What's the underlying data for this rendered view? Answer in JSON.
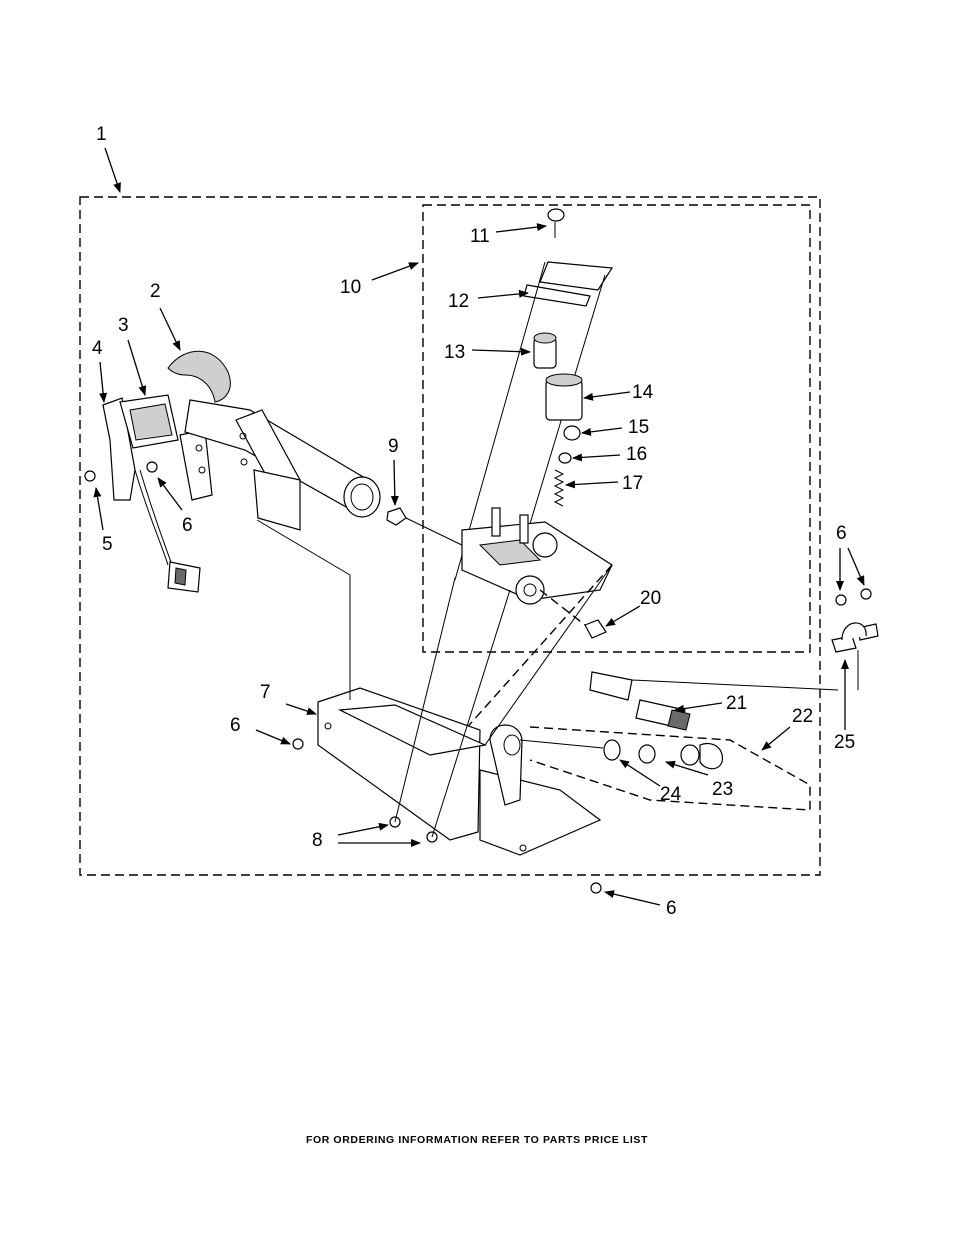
{
  "footer": {
    "text": "FOR ORDERING INFORMATION REFER TO PARTS PRICE LIST"
  },
  "callouts": [
    {
      "id": "c1",
      "label": "1"
    },
    {
      "id": "c2",
      "label": "2"
    },
    {
      "id": "c3",
      "label": "3"
    },
    {
      "id": "c4",
      "label": "4"
    },
    {
      "id": "c5",
      "label": "5"
    },
    {
      "id": "c6a",
      "label": "6"
    },
    {
      "id": "c6b",
      "label": "6"
    },
    {
      "id": "c6c",
      "label": "6"
    },
    {
      "id": "c6d",
      "label": "6"
    },
    {
      "id": "c7",
      "label": "7"
    },
    {
      "id": "c8",
      "label": "8"
    },
    {
      "id": "c9",
      "label": "9"
    },
    {
      "id": "c10",
      "label": "10"
    },
    {
      "id": "c11",
      "label": "11"
    },
    {
      "id": "c12",
      "label": "12"
    },
    {
      "id": "c13",
      "label": "13"
    },
    {
      "id": "c14",
      "label": "14"
    },
    {
      "id": "c15",
      "label": "15"
    },
    {
      "id": "c16",
      "label": "16"
    },
    {
      "id": "c17",
      "label": "17"
    },
    {
      "id": "c20",
      "label": "20"
    },
    {
      "id": "c21",
      "label": "21"
    },
    {
      "id": "c22",
      "label": "22"
    },
    {
      "id": "c23",
      "label": "23"
    },
    {
      "id": "c24",
      "label": "24"
    },
    {
      "id": "c25",
      "label": "25"
    }
  ]
}
